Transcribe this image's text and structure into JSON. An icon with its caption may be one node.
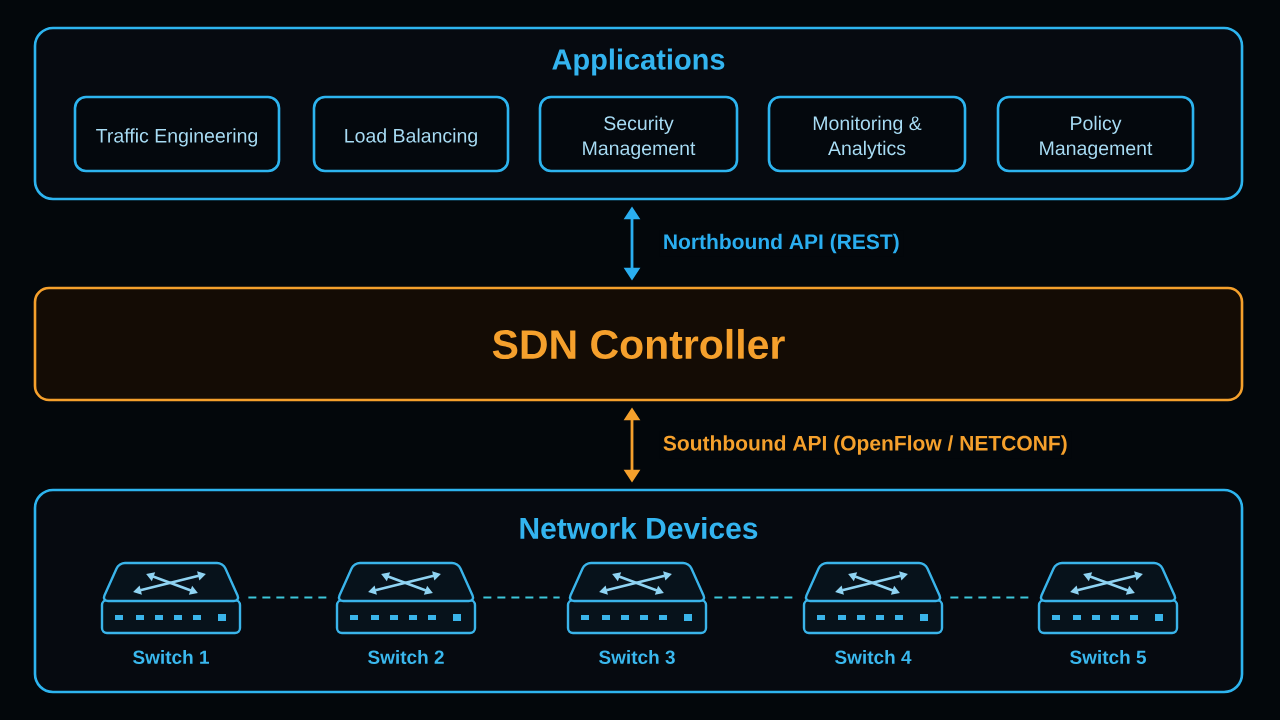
{
  "diagram": {
    "nodes": [
      {
        "text": [
          "Applications"
        ]
      },
      {
        "text": [
          "Traffic Engineering"
        ],
        "in": 0
      },
      {
        "text": [
          "Load Balancing"
        ],
        "in": 0
      },
      {
        "text": [
          "Security Management"
        ],
        "in": 0
      },
      {
        "text": [
          "Monitoring & Analytics"
        ],
        "in": 0
      },
      {
        "text": [
          "Policy Management"
        ],
        "in": 0
      },
      {
        "text": [
          "SDN Controller"
        ]
      },
      {
        "text": [
          "Network Devices"
        ]
      },
      {
        "text": [],
        "shape": "picture",
        "beside": [
          "Switch 1"
        ],
        "in": 7
      },
      {
        "text": [],
        "shape": "picture",
        "beside": [
          "Switch 2"
        ],
        "in": 7
      },
      {
        "text": [],
        "shape": "picture",
        "beside": [
          "Switch 3"
        ],
        "in": 7
      },
      {
        "text": [],
        "shape": "picture",
        "beside": [
          "Switch 4"
        ],
        "in": 7
      },
      {
        "text": [],
        "shape": "picture",
        "beside": [
          "Switch 5"
        ],
        "in": 7
      }
    ],
    "edges": [
      {
        "from": 0,
        "to": 6,
        "arrow": "both",
        "label": "Northbound API (REST)",
        "color": "#2aaef0"
      },
      {
        "from": 6,
        "to": 7,
        "arrow": "both",
        "label": "Southbound API (OpenFlow / NETCONF)",
        "color": "#f5a02c"
      },
      {
        "from": 8,
        "to": 9,
        "arrow": "none",
        "style": "dashed",
        "color": "#3cc6d9"
      },
      {
        "from": 9,
        "to": 10,
        "arrow": "none",
        "style": "dashed",
        "color": "#3cc6d9"
      },
      {
        "from": 10,
        "to": 11,
        "arrow": "none",
        "style": "dashed",
        "color": "#3cc6d9"
      },
      {
        "from": 11,
        "to": 12,
        "arrow": "none",
        "style": "dashed",
        "color": "#3cc6d9"
      }
    ]
  }
}
